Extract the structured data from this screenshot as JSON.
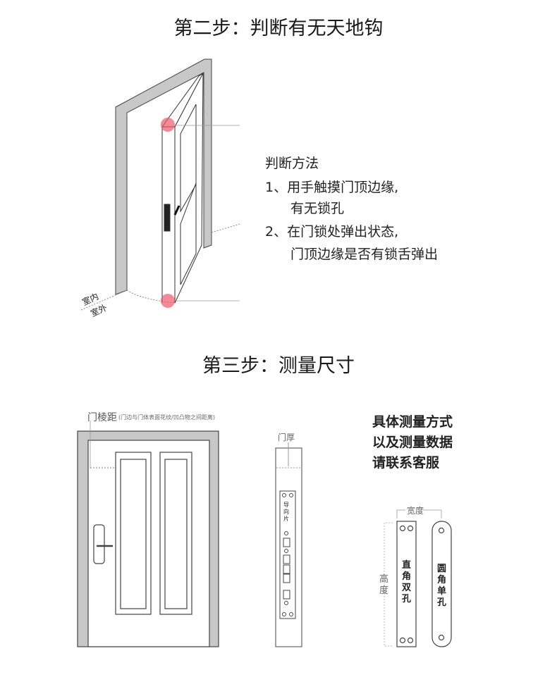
{
  "step2": {
    "title": "第二步：判断有无天地钩",
    "method_title": "判断方法",
    "line1": "1、用手触摸门顶边缘,",
    "line1b": "有无锁孔",
    "line2": "2、在门锁处弹出状态,",
    "line2b": "门顶边缘是否有锁舌弹出",
    "indoor": "室内",
    "outdoor": "室外"
  },
  "step3": {
    "title": "第三步：测量尺寸",
    "edge_label": "门棱距",
    "edge_note": "(门边与门体表面花纹/凹凸物之间距离)",
    "thickness_label": "门厚",
    "guide_label": "导向片",
    "note_lines": [
      "具体测量方式",
      "以及测量数据",
      "请联系客服"
    ],
    "width_label": "宽度",
    "height_label": "高度",
    "square_plate": "直角双孔",
    "round_plate": "圆角单孔"
  },
  "colors": {
    "highlight": "#ee5a6a",
    "frame": "#c8c8c8"
  }
}
